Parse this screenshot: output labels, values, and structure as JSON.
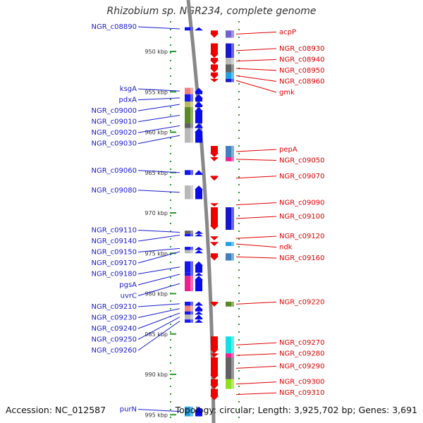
{
  "title": "Rhizobium sp. NGR234, complete genome",
  "footer": {
    "accession": "Accession: NC_012587",
    "topology": "Topology: circular; Length: 3,925,702 bp; Genes: 3,691"
  },
  "ticks": [
    {
      "label": "950 kbp",
      "kbp": 950
    },
    {
      "label": "955 kbp",
      "kbp": 955
    },
    {
      "label": "960 kbp",
      "kbp": 960
    },
    {
      "label": "965 kbp",
      "kbp": 965
    },
    {
      "label": "970 kbp",
      "kbp": 970
    },
    {
      "label": "975 kbp",
      "kbp": 975
    },
    {
      "label": "980 kbp",
      "kbp": 980
    },
    {
      "label": "985 kbp",
      "kbp": 985
    },
    {
      "label": "990 kbp",
      "kbp": 990
    },
    {
      "label": "995 kbp",
      "kbp": 995
    }
  ],
  "left_genes": [
    {
      "name": "NGR_c08890",
      "strand": "-",
      "start_kbp": 947.0,
      "end_kbp": 947.4,
      "cog_color": "#1010ee"
    },
    {
      "name": "ksgA",
      "strand": "-",
      "start_kbp": 954.5,
      "end_kbp": 955.3,
      "cog_color": "#ee8080"
    },
    {
      "name": "pdxA",
      "strand": "-",
      "start_kbp": 955.3,
      "end_kbp": 956.2,
      "cog_color": "#1515ee"
    },
    {
      "name": "NGR_c09000",
      "strand": "-",
      "start_kbp": 956.2,
      "end_kbp": 956.9,
      "cog_color": "#b8b860"
    },
    {
      "name": "NGR_c09010",
      "strand": "-",
      "start_kbp": 956.9,
      "end_kbp": 958.9,
      "cog_color": "#5a8a20"
    },
    {
      "name": "NGR_c09020",
      "strand": "-",
      "start_kbp": 958.9,
      "end_kbp": 959.5,
      "cog_color": "#606060"
    },
    {
      "name": "NGR_c09030",
      "strand": "-",
      "start_kbp": 959.5,
      "end_kbp": 961.3,
      "cog_color": "#b8b8b8"
    },
    {
      "name": "NGR_c09060",
      "strand": "-",
      "start_kbp": 964.7,
      "end_kbp": 965.3,
      "cog_color": "#1515ee"
    },
    {
      "name": "NGR_c09080",
      "strand": "-",
      "start_kbp": 966.6,
      "end_kbp": 968.3,
      "cog_color": "#b8b8b8"
    },
    {
      "name": "NGR_c09110",
      "strand": "-",
      "start_kbp": 972.2,
      "end_kbp": 972.6,
      "cog_color": "#606060"
    },
    {
      "name": "NGR_c09140",
      "strand": "-",
      "start_kbp": 972.6,
      "end_kbp": 972.9,
      "cog_color": "#1515ee"
    },
    {
      "name": "NGR_c09150",
      "strand": "-",
      "start_kbp": 974.2,
      "end_kbp": 974.6,
      "cog_color": "#1515ee"
    },
    {
      "name": "NGR_c09170",
      "strand": "-",
      "start_kbp": 974.6,
      "end_kbp": 975.0,
      "cog_color": "#b8b8b8"
    },
    {
      "name": "NGR_c09180",
      "strand": "-",
      "start_kbp": 976.0,
      "end_kbp": 977.4,
      "cog_color": "#1515ee"
    },
    {
      "name": "pgsA",
      "strand": "-",
      "start_kbp": 977.4,
      "end_kbp": 977.8,
      "cog_color": "#1515ee"
    },
    {
      "name": "uvrC",
      "strand": "-",
      "start_kbp": 977.8,
      "end_kbp": 979.7,
      "cog_color": "#ee2090"
    },
    {
      "name": "NGR_c09210",
      "strand": "-",
      "start_kbp": 981.0,
      "end_kbp": 981.5,
      "cog_color": "#1515ee"
    },
    {
      "name": "NGR_c09230",
      "strand": "-",
      "start_kbp": 981.5,
      "end_kbp": 982.2,
      "cog_color": "#ee8080"
    },
    {
      "name": "NGR_c09240",
      "strand": "-",
      "start_kbp": 982.2,
      "end_kbp": 982.6,
      "cog_color": "#1515ee"
    },
    {
      "name": "NGR_c09250",
      "strand": "-",
      "start_kbp": 982.6,
      "end_kbp": 983.2,
      "cog_color": "#b8b8b8"
    },
    {
      "name": "NGR_c09260",
      "strand": "-",
      "start_kbp": 983.2,
      "end_kbp": 983.6,
      "cog_color": "#1515ee"
    },
    {
      "name": "purN",
      "strand": "-",
      "start_kbp": 994.0,
      "end_kbp": 995.2,
      "cog_color": "#20a0e0"
    }
  ],
  "right_genes": [
    {
      "name": "acpP",
      "strand": "+",
      "start_kbp": 947.4,
      "end_kbp": 948.3,
      "cog_color": "#7060d0"
    },
    {
      "name": "NGR_c08930",
      "strand": "+",
      "start_kbp": 949.0,
      "end_kbp": 950.8,
      "cog_color": "#1515cc"
    },
    {
      "name": "NGR_c08940",
      "strand": "+",
      "start_kbp": 950.8,
      "end_kbp": 951.6,
      "cog_color": "#b8b8b8"
    },
    {
      "name": "NGR_c08950",
      "strand": "+",
      "start_kbp": 951.6,
      "end_kbp": 952.6,
      "cog_color": "#606060"
    },
    {
      "name": "NGR_c08960",
      "strand": "+",
      "start_kbp": 952.6,
      "end_kbp": 953.4,
      "cog_color": "#20a0e0"
    },
    {
      "name": "gmk",
      "strand": "+",
      "start_kbp": 953.4,
      "end_kbp": 953.8,
      "cog_color": "#1515cc"
    },
    {
      "name": "pepA",
      "strand": "+",
      "start_kbp": 961.7,
      "end_kbp": 963.1,
      "cog_color": "#4080c0"
    },
    {
      "name": "NGR_c09050",
      "strand": "+",
      "start_kbp": 963.1,
      "end_kbp": 963.6,
      "cog_color": "#ee2090"
    },
    {
      "name": "NGR_c09070",
      "strand": "+",
      "start_kbp": 965.4,
      "end_kbp": 966.0,
      "cog_color": "#ffffff"
    },
    {
      "name": "NGR_c09090",
      "strand": "+",
      "start_kbp": 968.8,
      "end_kbp": 969.2,
      "cog_color": "#ffffff"
    },
    {
      "name": "NGR_c09100",
      "strand": "+",
      "start_kbp": 969.3,
      "end_kbp": 972.1,
      "cog_color": "#1515cc"
    },
    {
      "name": "NGR_c09120",
      "strand": "+",
      "start_kbp": 972.9,
      "end_kbp": 973.4,
      "cog_color": "#ffffff"
    },
    {
      "name": "ndk",
      "strand": "+",
      "start_kbp": 973.6,
      "end_kbp": 974.1,
      "cog_color": "#20a0e0"
    },
    {
      "name": "NGR_c09160",
      "strand": "+",
      "start_kbp": 975.0,
      "end_kbp": 975.9,
      "cog_color": "#4080c0"
    },
    {
      "name": "NGR_c09220",
      "strand": "+",
      "start_kbp": 981.0,
      "end_kbp": 981.6,
      "cog_color": "#5a8a20"
    },
    {
      "name": "NGR_c09270",
      "strand": "+",
      "start_kbp": 985.3,
      "end_kbp": 987.4,
      "cog_color": "#10e0e0"
    },
    {
      "name": "NGR_c09280",
      "strand": "+",
      "start_kbp": 987.4,
      "end_kbp": 987.9,
      "cog_color": "#ee2090"
    },
    {
      "name": "NGR_c09290",
      "strand": "+",
      "start_kbp": 987.9,
      "end_kbp": 990.6,
      "cog_color": "#606060"
    },
    {
      "name": "NGR_c09300",
      "strand": "+",
      "start_kbp": 990.6,
      "end_kbp": 991.8,
      "cog_color": "#90e020"
    },
    {
      "name": "NGR_c09310",
      "strand": "+",
      "start_kbp": 991.8,
      "end_kbp": 993.2,
      "cog_color": "#ffffff"
    }
  ]
}
